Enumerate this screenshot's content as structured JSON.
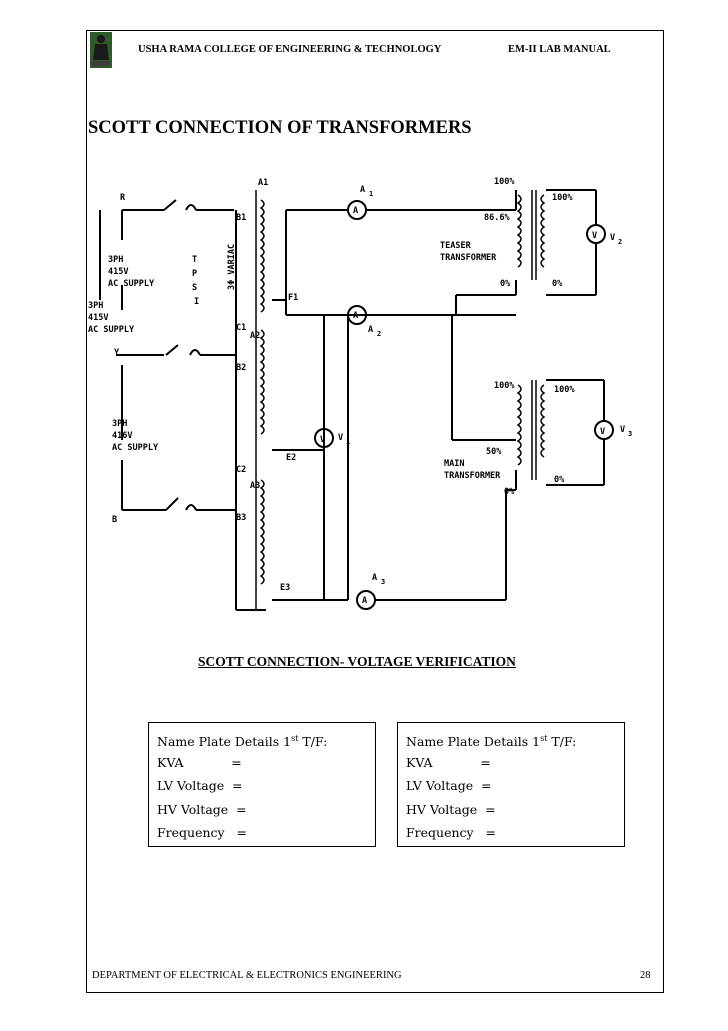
{
  "header": {
    "college": "USHA RAMA COLLEGE OF ENGINEERING & TECHNOLOGY",
    "manual": "EM-II LAB MANUAL"
  },
  "title": "SCOTT CONNECTION OF TRANSFORMERS",
  "diagram": {
    "label_r": "R",
    "label_y": "Y",
    "label_b": "B",
    "supply_top": [
      "3PH",
      "415V",
      "AC SUPPLY"
    ],
    "supply_left": [
      "3PH",
      "415V",
      "AC SUPPLY"
    ],
    "supply_bottom": [
      "3PH",
      "416V",
      "AC SUPPLY"
    ],
    "tpst": [
      "T",
      "P",
      "S",
      "I"
    ],
    "variac": "3Φ VARIAC",
    "terminals": [
      "A1",
      "B1",
      "C1",
      "A2",
      "B2",
      "C2",
      "A3",
      "B3",
      "E3",
      "F1",
      "E2"
    ],
    "teaser": [
      "TEASER",
      "TRANSFORMER"
    ],
    "main": [
      "MAIN",
      "TRANSFORMER"
    ],
    "teaser_taps": [
      "100%",
      "86.6%",
      "0%"
    ],
    "teaser_sec_taps": [
      "100%",
      "0%"
    ],
    "main_taps": [
      "100%",
      "50%",
      "0%"
    ],
    "main_sec_taps": [
      "100%",
      "0%"
    ],
    "meter_ammeter": "A",
    "meter_voltmeter": "V",
    "labels": [
      "A",
      "1",
      "A",
      "2",
      "A",
      "3",
      "V",
      "1",
      "V",
      "2",
      "V",
      "3"
    ]
  },
  "subtitle": "SCOTT CONNECTION- VOLTAGE VERIFICATION",
  "nameplate_left": {
    "heading": "Name Plate Details 1",
    "sup": "st",
    "heading_tail": " T/F:",
    "kva": "KVA            =",
    "lv": "LV Voltage  =",
    "hv": "HV Voltage  =",
    "freq": "Frequency   ="
  },
  "nameplate_right": {
    "heading": "Name Plate Details 1",
    "sup": "st",
    "heading_tail": " T/F:",
    "kva": "KVA            =",
    "lv": "LV Voltage  =",
    "hv": "HV Voltage  =",
    "freq": "Frequency   ="
  },
  "footer": {
    "department": "DEPARTMENT OF ELECTRICAL & ELECTRONICS ENGINEERING",
    "page": "28"
  }
}
